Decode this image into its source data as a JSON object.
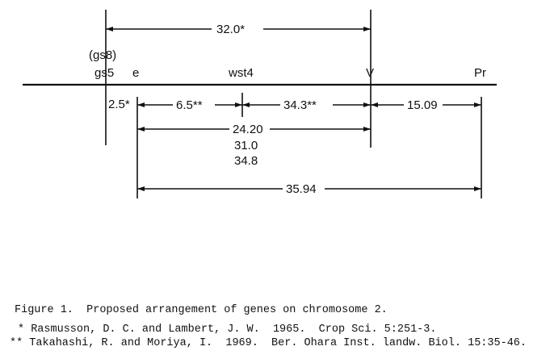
{
  "genes": {
    "gs8": "(gs8)",
    "gs5": "gs5",
    "e": "e",
    "wst4": "wst4",
    "v": "V",
    "pr": "Pr"
  },
  "distances": {
    "gs5_v": "32.0*",
    "gs5_e": "2.5*",
    "e_wst4": "6.5**",
    "wst4_v": "34.3**",
    "v_pr": "15.09",
    "e_v_1": "24.20",
    "e_v_2": "31.0",
    "e_v_3": "34.8",
    "e_pr": "35.94"
  },
  "caption": {
    "title": "Figure 1.  Proposed arrangement of genes on chromosome 2.",
    "ref1": "* Rasmusson, D. C. and Lambert, J. W.  1965.  Crop Sci. 5:251-3.",
    "ref2": "** Takahashi, R. and Moriya, I.  1969.  Ber. Ohara Inst. landw. Biol. 15:35-46."
  }
}
